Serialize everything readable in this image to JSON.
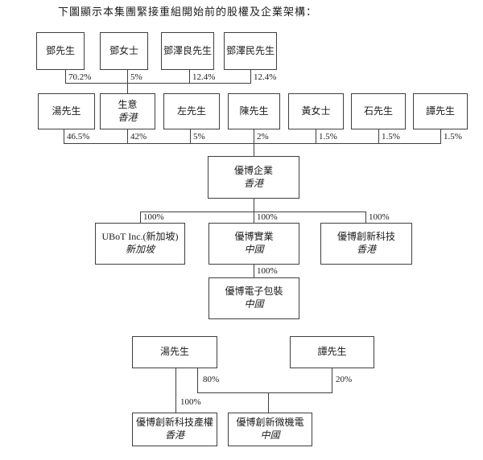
{
  "title": "下圖顯示本集團緊接重組開始前的股權及企業架構：",
  "nodes": {
    "deng_sr": {
      "label": "鄧先生"
    },
    "deng_ms": {
      "label": "鄧女士"
    },
    "deng_zeliang": {
      "label": "鄧澤良先生"
    },
    "deng_zemin": {
      "label": "鄧澤民先生"
    },
    "tong": {
      "label": "湯先生"
    },
    "sangyi": {
      "label": "生意",
      "jurisdiction": "香港"
    },
    "zuo": {
      "label": "左先生"
    },
    "chen": {
      "label": "陳先生"
    },
    "wong": {
      "label": "黃女士"
    },
    "shek": {
      "label": "石先生"
    },
    "tam": {
      "label": "譚先生"
    },
    "ubot_enterprise": {
      "label": "優博企業",
      "jurisdiction": "香港"
    },
    "ubot_inc": {
      "label": "UBoT Inc.(新加坡)",
      "jurisdiction": "新加坡"
    },
    "ubot_industrial": {
      "label": "優博實業",
      "jurisdiction": "中國"
    },
    "ubot_innotech": {
      "label": "優博創新科技",
      "jurisdiction": "香港"
    },
    "ubot_epackaging": {
      "label": "優博電子包裝",
      "jurisdiction": "中國"
    },
    "tong2": {
      "label": "湯先生"
    },
    "tam2": {
      "label": "譚先生"
    },
    "ubot_ip": {
      "label": "優博創新科技產權",
      "jurisdiction": "香港"
    },
    "ubot_mems": {
      "label": "優博創新微機電",
      "jurisdiction": "中國"
    }
  },
  "percentages": {
    "deng_sr": "70.2%",
    "deng_ms": "5%",
    "deng_zeliang": "12.4%",
    "deng_zemin": "12.4%",
    "tong": "46.5%",
    "sangyi": "42%",
    "zuo": "5%",
    "chen": "2%",
    "wong": "1.5%",
    "shek": "1.5%",
    "tam": "1.5%",
    "ubot_inc": "100%",
    "ubot_industrial": "100%",
    "ubot_innotech": "100%",
    "ubot_epackaging": "100%",
    "ubot_ip": "100%",
    "tong2_share": "80%",
    "tam2_share": "20%"
  },
  "colors": {
    "line": "#3f3f3f",
    "text": "#1c1c1c",
    "background": "#ffffff"
  }
}
